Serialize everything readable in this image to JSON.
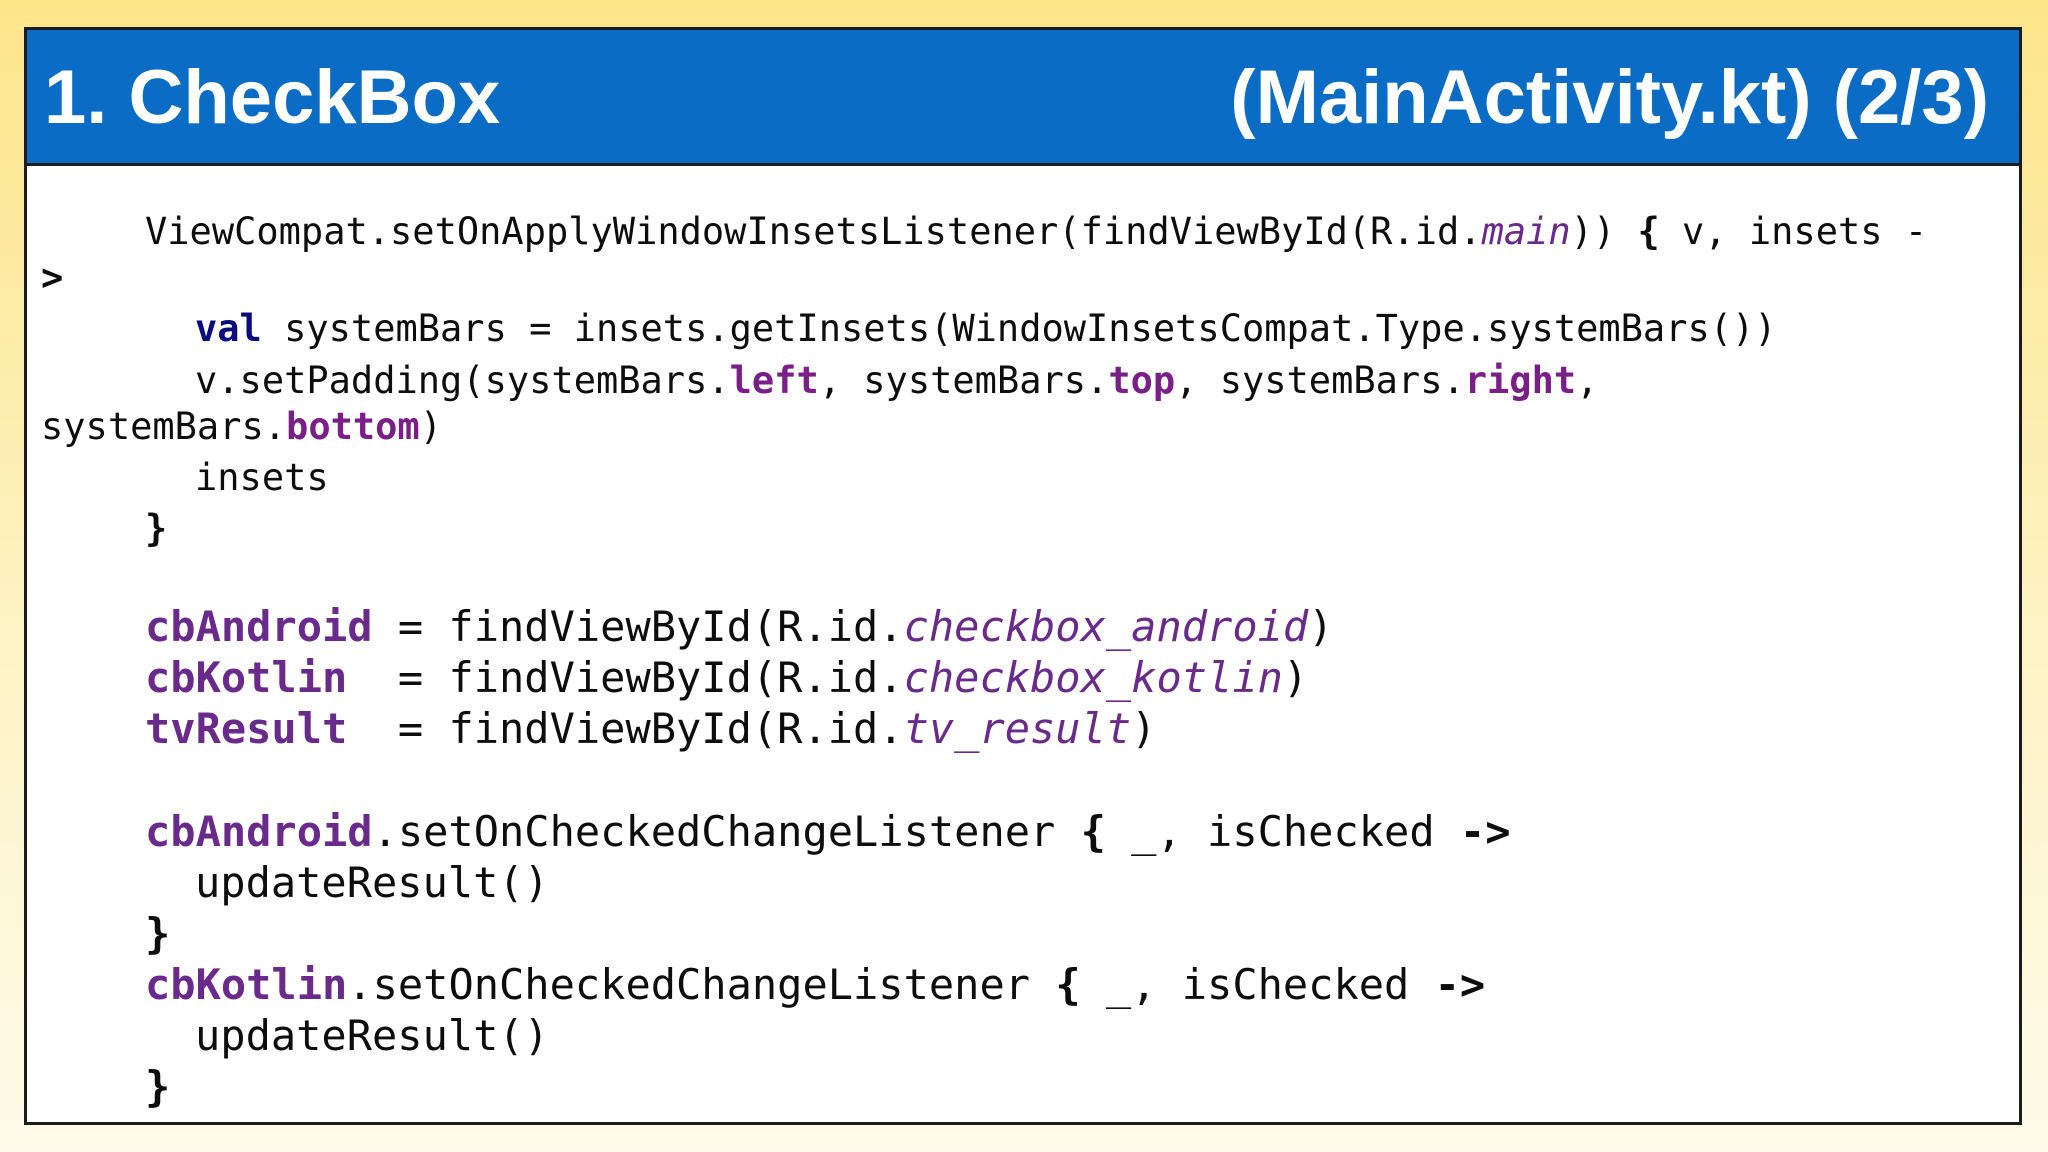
{
  "title": {
    "left": "1. CheckBox",
    "right": "(MainActivity.kt) (2/3)"
  },
  "code": {
    "l1_a": "ViewCompat.setOnApplyWindowInsetsListener(findViewById(R.id.",
    "l1_main": "main",
    "l1_b": ")) ",
    "l1_brace": "{",
    "l1_c": " v, insets -",
    "l2": ">",
    "l3_val": "val",
    "l3_rest": " systemBars = insets.getInsets(WindowInsetsCompat.Type.systemBars())",
    "l4_a": "v.setPadding(systemBars.",
    "l4_left": "left",
    "l4_b": ", systemBars.",
    "l4_top": "top",
    "l4_c": ", systemBars.",
    "l4_right": "right",
    "l4_d": ",",
    "l5_a": "systemBars.",
    "l5_bottom": "bottom",
    "l5_b": ")",
    "l6": "insets",
    "l7": "}",
    "l8_var": "cbAndroid",
    "l8_a": " = findViewById(R.id.",
    "l8_id": "checkbox_android",
    "l8_b": ")",
    "l9_var": "cbKotlin",
    "l9_a": "  = findViewById(R.id.",
    "l9_id": "checkbox_kotlin",
    "l9_b": ")",
    "l10_var": "tvResult",
    "l10_a": "  = findViewById(R.id.",
    "l10_id": "tv_result",
    "l10_b": ")",
    "l11_var": "cbAndroid",
    "l11_a": ".setOnCheckedChangeListener ",
    "l11_brace": "{",
    "l11_b": " _, isChecked ",
    "l11_arrow": "->",
    "l12": "updateResult()",
    "l13": "}",
    "l14_var": "cbKotlin",
    "l14_a": ".setOnCheckedChangeListener ",
    "l14_brace": "{",
    "l14_b": " _, isChecked ",
    "l14_arrow": "->",
    "l15": "updateResult()",
    "l16": "}",
    "l17": "}"
  }
}
